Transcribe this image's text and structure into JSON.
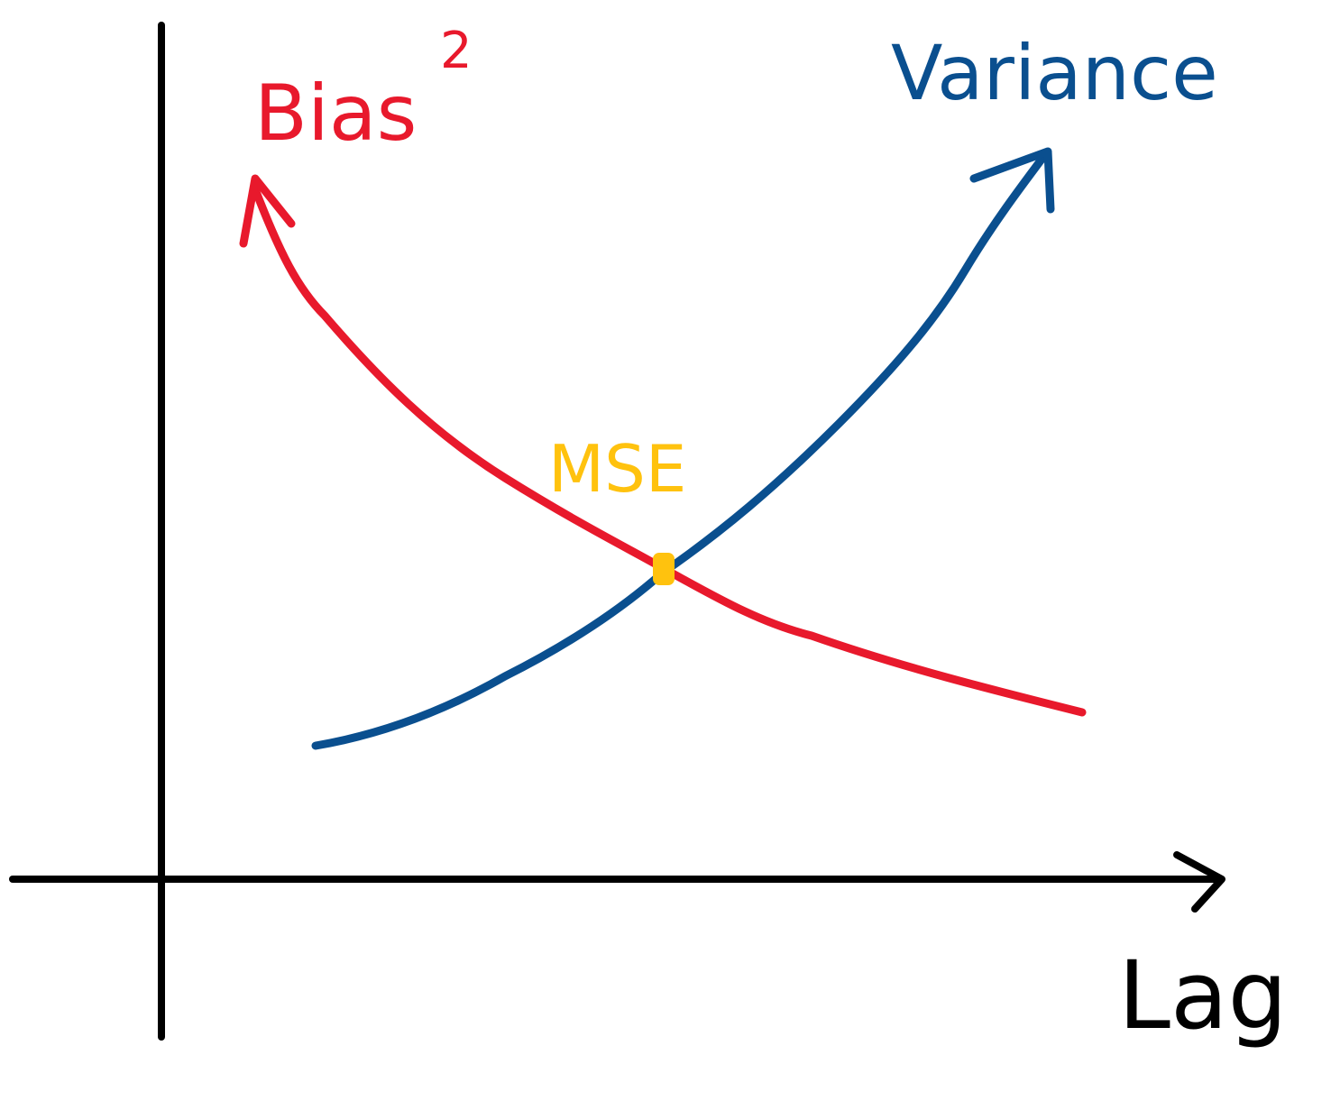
{
  "labels": {
    "bias": "Bias",
    "bias_exponent": "2",
    "variance": "Variance",
    "mse": "MSE",
    "x_axis": "Lag"
  },
  "colors": {
    "axis": "#000000",
    "bias": "#e8192c",
    "variance": "#0a4f8f",
    "mse": "#ffc20e",
    "background": "#ffffff"
  },
  "curves": {
    "bias": {
      "trend": "decreasing",
      "has_arrow": true,
      "arrow_end": "left"
    },
    "variance": {
      "trend": "increasing",
      "has_arrow": true,
      "arrow_end": "right"
    }
  },
  "mse_point": {
    "marker": "intersection of bias and variance curves"
  }
}
